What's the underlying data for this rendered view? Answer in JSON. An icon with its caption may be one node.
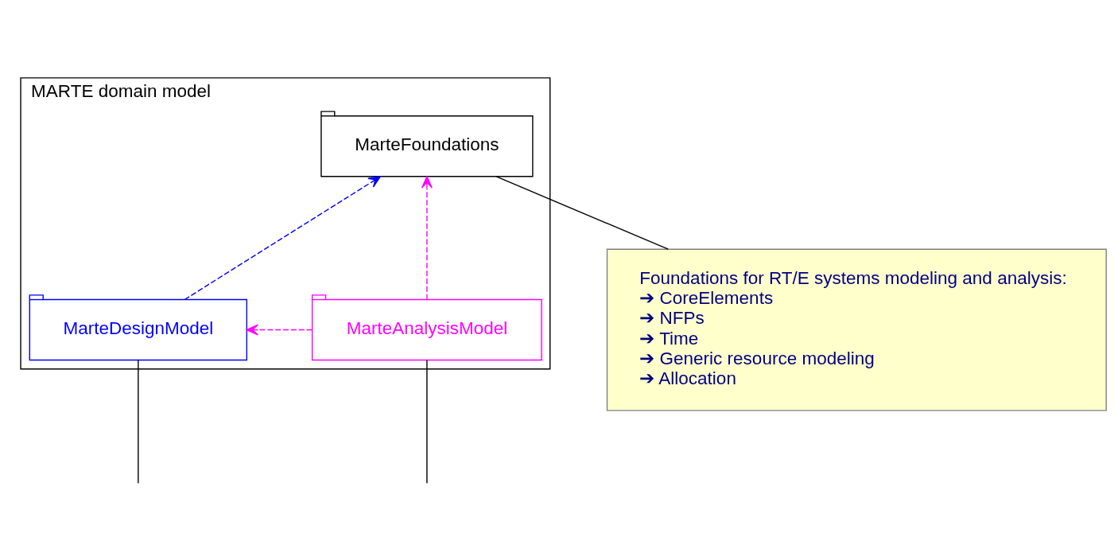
{
  "diagram": {
    "nodes": [
      {
        "text": [
          "MARTE domain model"
        ]
      },
      {
        "text": [
          "MarteFoundations"
        ],
        "in": 0
      },
      {
        "text": [
          "MarteDesignModel"
        ],
        "in": 0
      },
      {
        "text": [
          "MarteAnalysisModel"
        ],
        "in": 0
      },
      {
        "text": [
          "Foundations for RT/E systems modeling and analysis:",
          "➔ CoreElements",
          "➔ NFPs",
          "➔ Time",
          "➔ Generic resource modeling",
          "➔ Allocation"
        ]
      }
    ],
    "edges": [
      {
        "from": 2,
        "to": 1,
        "arrow": "to",
        "style": "dashed",
        "color": "#0000ff"
      },
      {
        "from": 3,
        "to": 1,
        "arrow": "to",
        "style": "dashed",
        "color": "#ff00ff"
      },
      {
        "from": 3,
        "to": 2,
        "arrow": "to",
        "style": "dashed",
        "color": "#ff00ff"
      },
      {
        "from": 4,
        "to": 1,
        "arrow": "none"
      },
      {
        "from": 2,
        "to": null,
        "arrow": "none"
      },
      {
        "from": 3,
        "to": null,
        "arrow": "none"
      }
    ]
  }
}
